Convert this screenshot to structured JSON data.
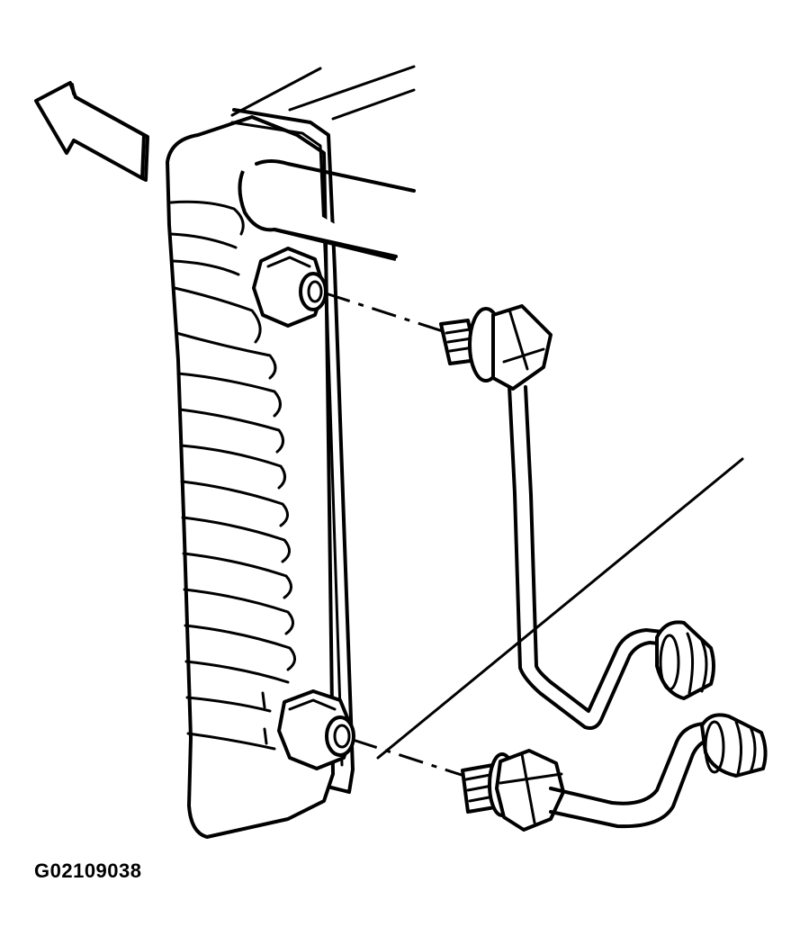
{
  "figure": {
    "code": "G02109038",
    "parts": [
      {
        "name": "direction-arrow",
        "icon": "left-arrow-icon"
      },
      {
        "name": "radiator-tank",
        "icon": "radiator-icon"
      },
      {
        "name": "upper-fitting-nut",
        "icon": "hex-nut-icon"
      },
      {
        "name": "lower-fitting-nut",
        "icon": "hex-nut-icon"
      },
      {
        "name": "upper-cooler-line",
        "icon": "pipe-icon"
      },
      {
        "name": "lower-cooler-line",
        "icon": "pipe-icon"
      }
    ]
  }
}
